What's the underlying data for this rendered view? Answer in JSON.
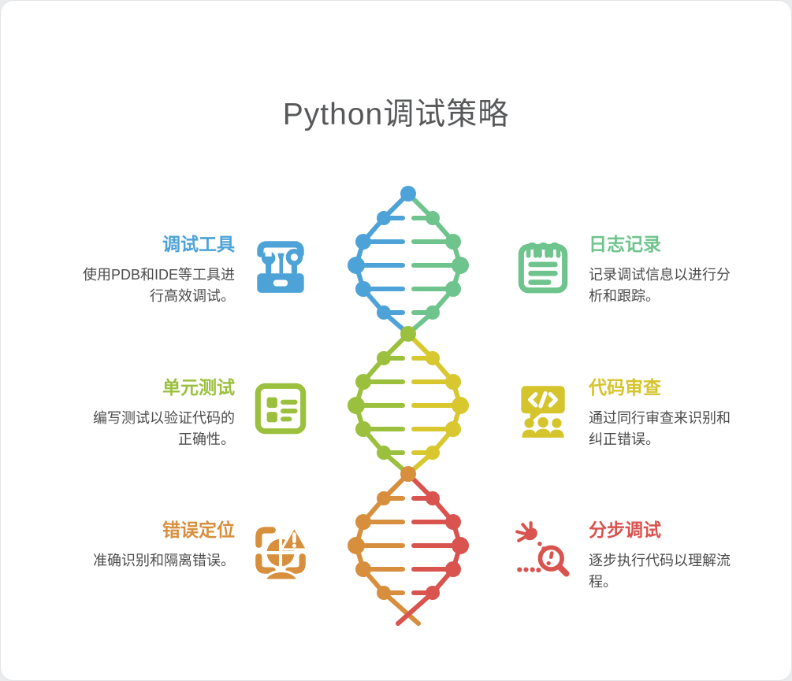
{
  "page": {
    "title": "Python调试策略",
    "title_color": "#57585a",
    "background": "#e9ebed",
    "card_color": "#ffffff",
    "body_text_color": "#4c4c4c"
  },
  "items": {
    "left": [
      {
        "title": "调试工具",
        "desc": "使用PDB和IDE等工具进行高效调试。",
        "color": "#4da3d8",
        "icon": "toolbox-icon"
      },
      {
        "title": "单元测试",
        "desc": "编写测试以验证代码的正确性。",
        "color": "#9bc03e",
        "icon": "checklist-icon"
      },
      {
        "title": "错误定位",
        "desc": "准确识别和隔离错误。",
        "color": "#d78f3d",
        "icon": "target-warning-icon"
      }
    ],
    "right": [
      {
        "title": "日志记录",
        "desc": "记录调试信息以进行分析和跟踪。",
        "color": "#6ec48c",
        "icon": "notepad-icon"
      },
      {
        "title": "代码审查",
        "desc": "通过同行审查来识别和纠正错误。",
        "color": "#d5c42c",
        "icon": "code-review-icon"
      },
      {
        "title": "分步调试",
        "desc": "逐步执行代码以理解流程。",
        "color": "#d9534f",
        "icon": "bug-magnifier-icon"
      }
    ]
  },
  "helix": {
    "sections": [
      {
        "left": "#4da3d8",
        "right": "#6ec48c"
      },
      {
        "left": "#9bc03e",
        "right": "#d8c72e"
      },
      {
        "left": "#d78f3d",
        "right": "#d9534f"
      }
    ]
  }
}
